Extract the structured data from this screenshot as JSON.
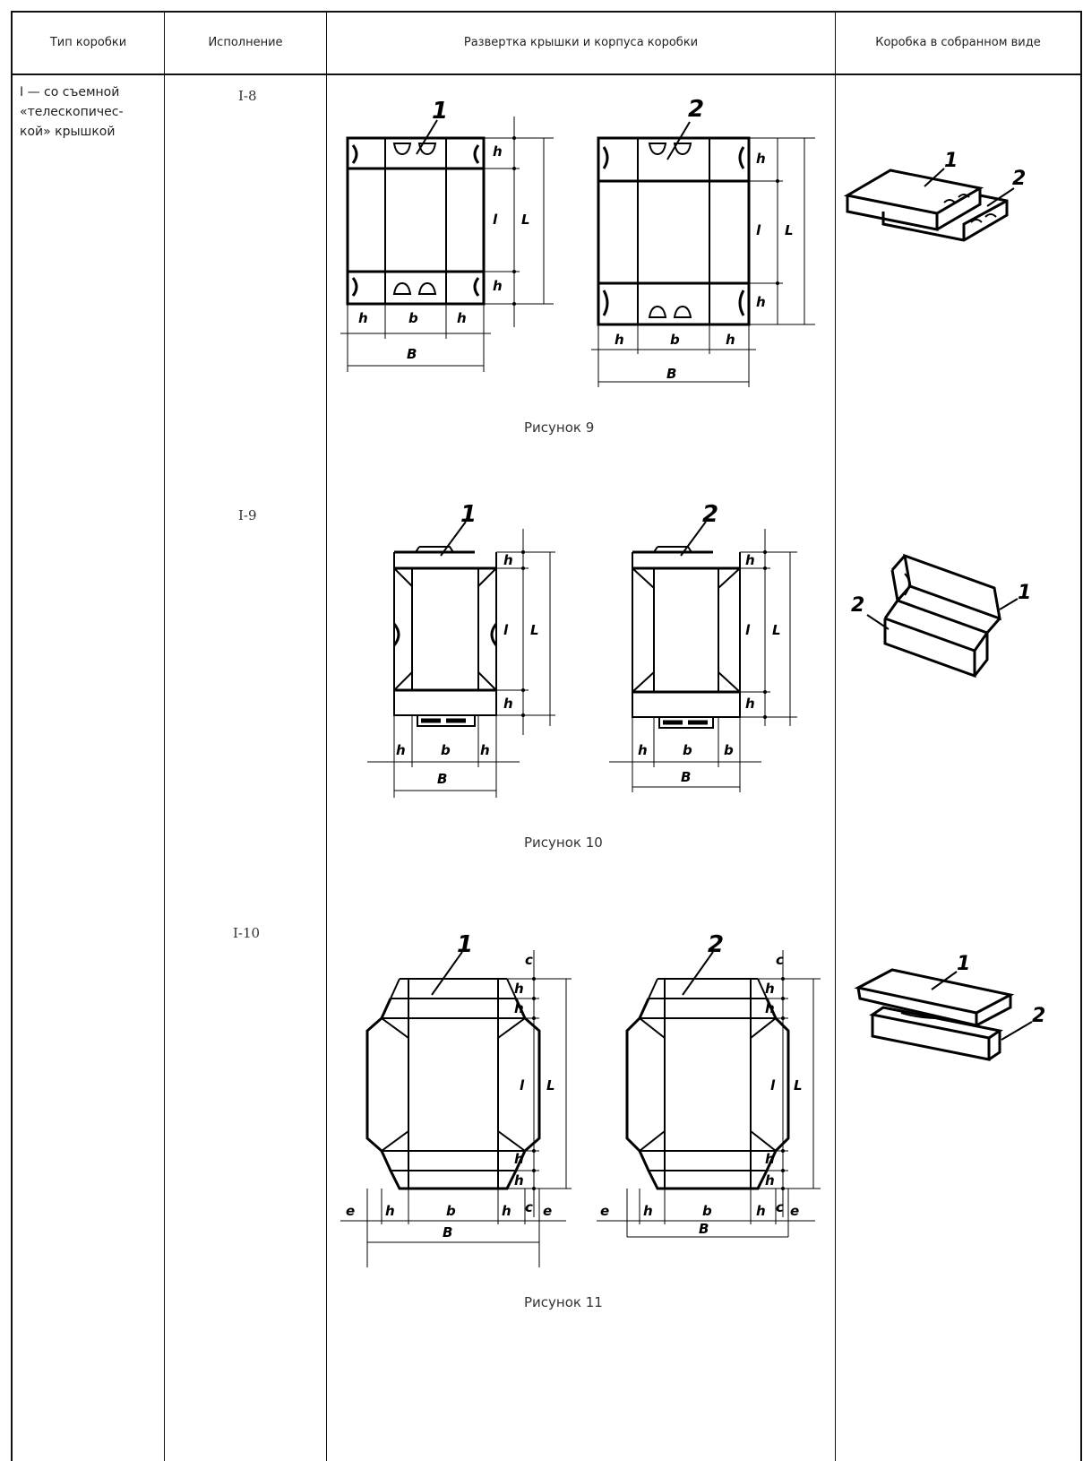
{
  "table": {
    "headers": [
      "Тип коробки",
      "Исполнение",
      "Развертка крышки и корпуса коробки",
      "Коробка в собранном виде"
    ],
    "box_type": "I — со съемной «телескопичес-кой» крышкой",
    "rows": [
      {
        "execution": "I-8",
        "caption": "Рисунок 9"
      },
      {
        "execution": "I-9",
        "caption": "Рисунок 10"
      },
      {
        "execution": "I-10",
        "caption": "Рисунок 11"
      }
    ]
  }
}
